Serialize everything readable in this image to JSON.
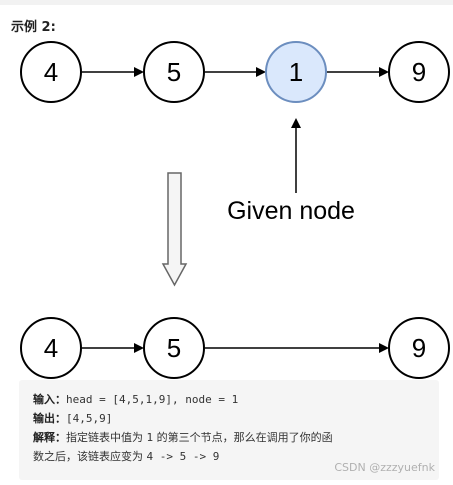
{
  "example_title": "示例 2:",
  "diagram_top": {
    "nodes": [
      {
        "value": "4",
        "highlighted": false
      },
      {
        "value": "5",
        "highlighted": false
      },
      {
        "value": "1",
        "highlighted": true
      },
      {
        "value": "9",
        "highlighted": false
      }
    ],
    "pointer_label": "Given node"
  },
  "diagram_bottom": {
    "nodes": [
      {
        "value": "4"
      },
      {
        "value": "5"
      },
      {
        "value": "9"
      }
    ]
  },
  "colors": {
    "highlight_fill": "#dae8fc",
    "highlight_stroke": "#6c8ebf",
    "code_background": "#f5f5f5"
  },
  "explanation": {
    "input_label": "输入：",
    "input_value": "head = [4,5,1,9], node = 1",
    "output_label": "输出：",
    "output_value": "[4,5,9]",
    "explain_label": "解释：",
    "explain_line1_a": "指定链表中值为 ",
    "explain_line1_code": "1",
    "explain_line1_b": " 的第三个节点，那么在调用了你的函",
    "explain_line2_a": "数之后，该链表应变为 ",
    "explain_line2_code": "4 -> 5 -> 9"
  },
  "watermark": "CSDN @zzzyuefnk"
}
